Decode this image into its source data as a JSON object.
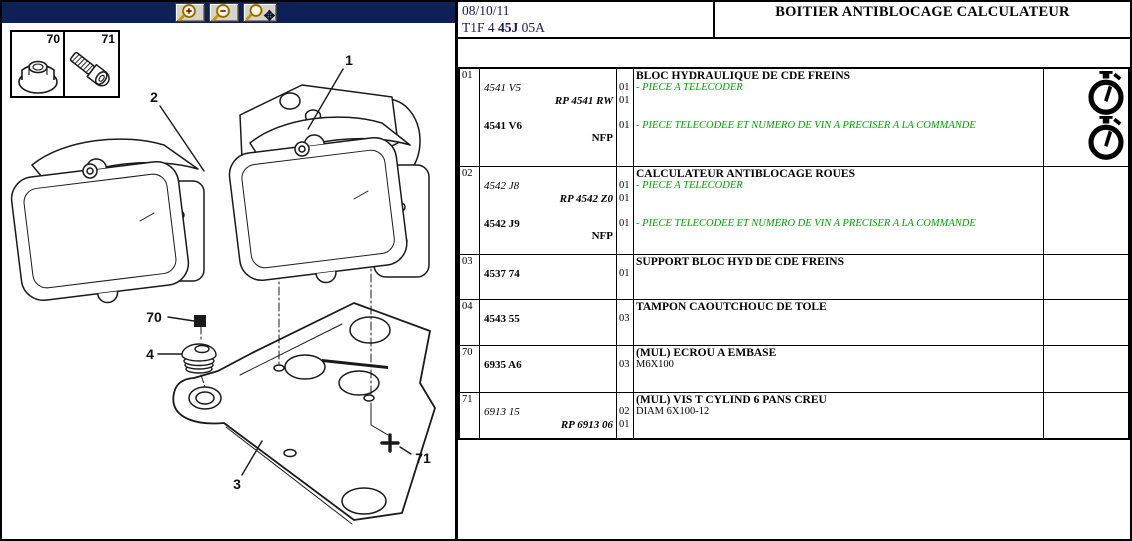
{
  "colors": {
    "toolbar_navy": "#0e2157",
    "note_green": "#00a000",
    "header_text_navy": "#1a1a5a",
    "magnifier_gold": "#c79700",
    "plus_red": "#8b1a00"
  },
  "toolbar": {
    "buttons": [
      {
        "name": "zoom-in",
        "icon": "magnifier-plus-icon"
      },
      {
        "name": "zoom-out",
        "icon": "magnifier-minus-icon"
      },
      {
        "name": "zoom-pan",
        "icon": "magnifier-move-icon"
      }
    ]
  },
  "legend": {
    "items": [
      {
        "number": "70",
        "icon": "flange-nut-icon"
      },
      {
        "number": "71",
        "icon": "socket-head-bolt-icon"
      }
    ]
  },
  "diagram": {
    "callouts": {
      "c1": "1",
      "c2": "2",
      "c3": "3",
      "c4": "4",
      "c70": "70",
      "c71": "71"
    }
  },
  "header": {
    "date": "08/10/11",
    "code_prefix": "T1F 4 ",
    "code_bold": "45J",
    "code_suffix": " 05A",
    "title": "BOITIER ANTIBLOCAGE CALCULATEUR"
  },
  "table": {
    "rows": [
      {
        "ref": "01",
        "h": 98,
        "icons": [
          "stopwatch",
          "stopwatch"
        ],
        "lines": [
          {
            "desc": "BLOC HYDRAULIQUE DE CDE FREINS",
            "ds": "title"
          },
          {
            "part": "4541 V5",
            "ps": "i",
            "q": "01",
            "desc": "- PIECE A TELECODER",
            "ds": "green"
          },
          {
            "part": "RP 4541 RW",
            "ps": "bi-r",
            "q": "01"
          },
          {},
          {
            "part": "4541 V6",
            "ps": "b",
            "q": "01",
            "desc": "- PIECE TELECODEE ET NUMERO DE VIN A PRECISER A LA COMMANDE",
            "ds": "green"
          },
          {
            "part": "NFP",
            "ps": "b-r"
          }
        ]
      },
      {
        "ref": "02",
        "h": 88,
        "icons": [],
        "lines": [
          {
            "desc": "CALCULATEUR ANTIBLOCAGE ROUES",
            "ds": "title"
          },
          {
            "part": "4542 J8",
            "ps": "i",
            "q": "01",
            "desc": "- PIECE A TELECODER",
            "ds": "green"
          },
          {
            "part": "RP 4542 Z0",
            "ps": "bi-r",
            "q": "01"
          },
          {},
          {
            "part": "4542 J9",
            "ps": "b",
            "q": "01",
            "desc": "- PIECE TELECODEE ET NUMERO DE VIN A PRECISER A LA COMMANDE",
            "ds": "green"
          },
          {
            "part": "NFP",
            "ps": "b-r"
          }
        ]
      },
      {
        "ref": "03",
        "h": 45,
        "icons": [],
        "lines": [
          {
            "desc": "SUPPORT BLOC HYD DE CDE FREINS",
            "ds": "title"
          },
          {
            "part": "4537 74",
            "ps": "b",
            "q": "01"
          }
        ]
      },
      {
        "ref": "04",
        "h": 46,
        "icons": [],
        "lines": [
          {
            "desc": "TAMPON CAOUTCHOUC DE TOLE",
            "ds": "title"
          },
          {
            "part": "4543 55",
            "ps": "b",
            "q": "03"
          }
        ]
      },
      {
        "ref": "70",
        "h": 47,
        "icons": [],
        "lines": [
          {
            "desc": "(MUL) ECROU A EMBASE",
            "ds": "title"
          },
          {
            "part": "6935 A6",
            "ps": "b",
            "q": "03",
            "desc": "M6X100",
            "ds": "plain"
          }
        ]
      },
      {
        "ref": "71",
        "h": 45,
        "icons": [],
        "lines": [
          {
            "desc": "(MUL) VIS T CYLIND 6 PANS CREU",
            "ds": "title"
          },
          {
            "part": "6913 15",
            "ps": "i",
            "q": "02",
            "desc": "DIAM 6X100-12",
            "ds": "plain"
          },
          {
            "part": "RP 6913 06",
            "ps": "bi-r",
            "q": "01"
          }
        ]
      }
    ]
  }
}
